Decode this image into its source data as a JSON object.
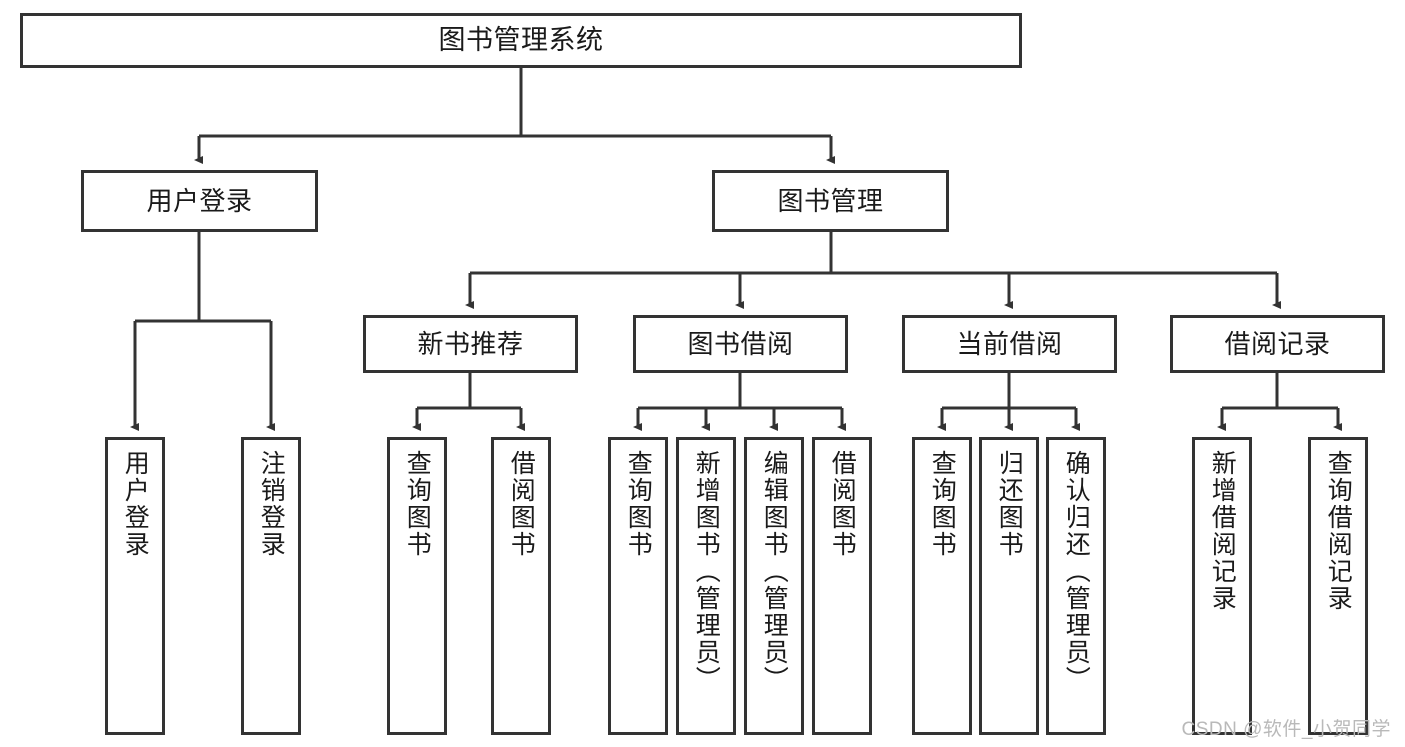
{
  "diagram": {
    "title": "图书管理系统",
    "type": "tree-hierarchy",
    "orientation": "top-down",
    "stroke_color": "#333333",
    "box_fill": "#ffffff",
    "text_color": "#1a1a1a",
    "nodes": {
      "root": {
        "label": "图书管理系统"
      },
      "level2": [
        {
          "label": "用户登录"
        },
        {
          "label": "图书管理"
        }
      ],
      "level3": [
        {
          "label": "新书推荐"
        },
        {
          "label": "图书借阅"
        },
        {
          "label": "当前借阅"
        },
        {
          "label": "借阅记录"
        }
      ],
      "leaves": [
        {
          "label": "用户登录",
          "parent": "用户登录"
        },
        {
          "label": "注销登录",
          "parent": "用户登录"
        },
        {
          "label": "查询图书",
          "parent": "新书推荐"
        },
        {
          "label": "借阅图书",
          "parent": "新书推荐"
        },
        {
          "label": "查询图书",
          "parent": "图书借阅"
        },
        {
          "label": "新增图书（管理员）",
          "parent": "图书借阅"
        },
        {
          "label": "编辑图书（管理员）",
          "parent": "图书借阅"
        },
        {
          "label": "借阅图书",
          "parent": "图书借阅"
        },
        {
          "label": "查询图书",
          "parent": "当前借阅"
        },
        {
          "label": "归还图书",
          "parent": "当前借阅"
        },
        {
          "label": "确认归还（管理员）",
          "parent": "当前借阅"
        },
        {
          "label": "新增借阅记录",
          "parent": "借阅记录"
        },
        {
          "label": "查询借阅记录",
          "parent": "借阅记录"
        }
      ]
    }
  },
  "watermark": {
    "text": "CSDN @软件_小贺同学"
  }
}
